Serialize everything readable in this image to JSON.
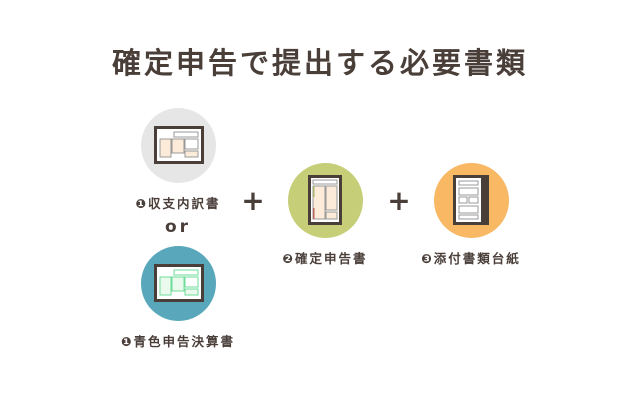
{
  "title": "確定申告で提出する必要書類",
  "items": [
    {
      "label": "❶収支内訳書",
      "color": "#e6e6e6"
    },
    {
      "label": "❶青色申告決算書",
      "color": "#58a7ba"
    },
    {
      "label": "❷確定申告書",
      "color": "#c6cf78"
    },
    {
      "label": "❸添付書類台紙",
      "color": "#f8b864"
    }
  ],
  "or_text": "or",
  "plus_symbol": "+"
}
